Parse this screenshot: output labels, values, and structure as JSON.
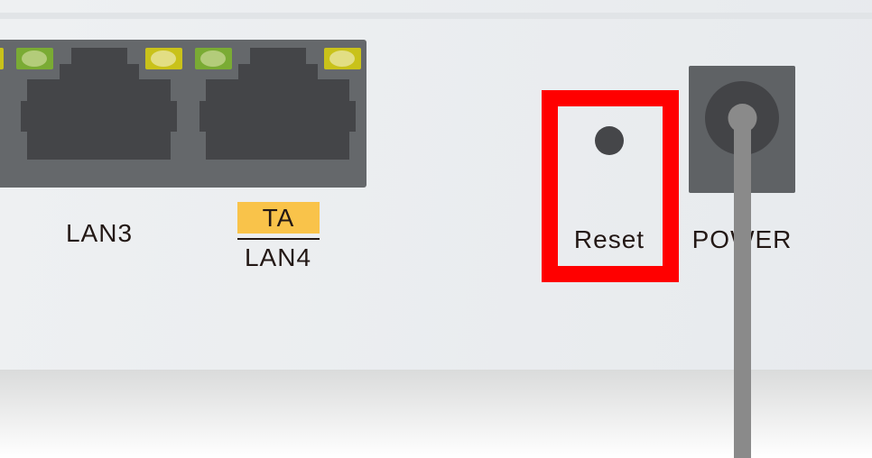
{
  "labels": {
    "lan3": "LAN3",
    "lan4": "LAN4",
    "ta": "TA",
    "reset": "Reset",
    "power": "POWER"
  },
  "colors": {
    "highlight": "#ff0000",
    "ta_badge": "#f9c34a",
    "led_green": "#7aab34",
    "led_yellow": "#c9c21a",
    "port_panel": "#65686b",
    "cable": "#8a8a8a"
  }
}
